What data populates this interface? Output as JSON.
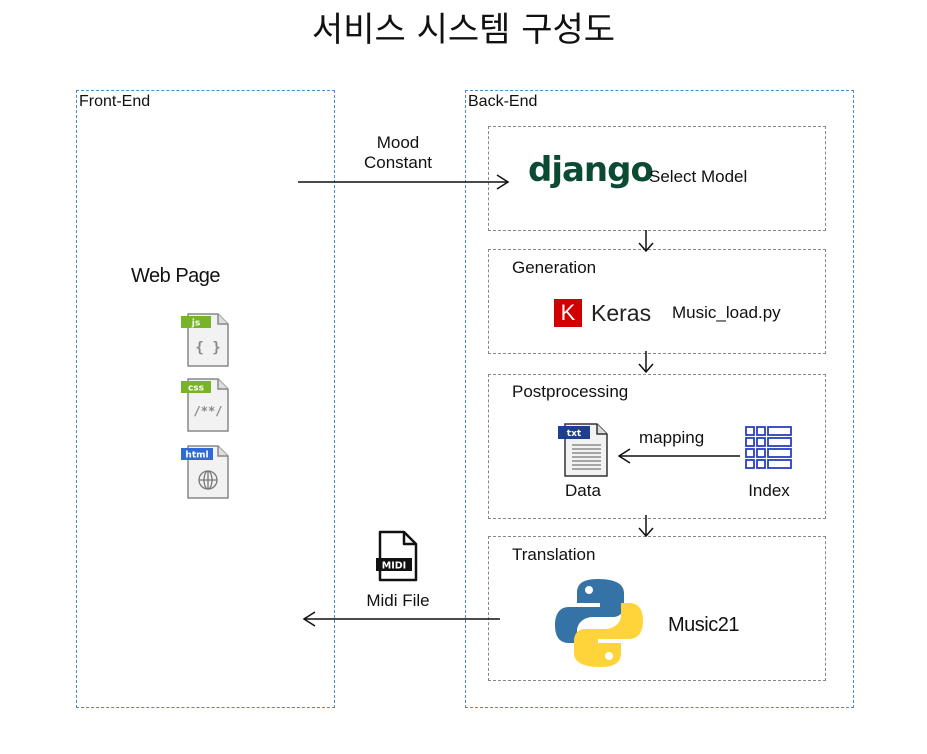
{
  "title": "서비스 시스템 구성도",
  "frontend": {
    "label": "Front-End",
    "web_page_label": "Web Page",
    "files": [
      {
        "tag": "js",
        "glyph": "{ }",
        "color": "#78b428"
      },
      {
        "tag": "css",
        "glyph": "/**/",
        "color": "#78b428"
      },
      {
        "tag": "html",
        "glyph": "globe",
        "color": "#2e6bd6"
      }
    ]
  },
  "backend": {
    "label": "Back-End",
    "django": {
      "logo": "django",
      "label": "Select Model"
    },
    "generation": {
      "label": "Generation",
      "keras_letter": "K",
      "keras_text": "Keras",
      "script": "Music_load.py"
    },
    "postprocessing": {
      "label": "Postprocessing",
      "file_tag": "txt",
      "data_label": "Data",
      "arrow_label": "mapping",
      "index_label": "Index"
    },
    "translation": {
      "label": "Translation",
      "lib_label": "Music21"
    }
  },
  "arrows": {
    "request_label": "Mood\nConstant",
    "response_icon_text": "MIDI",
    "response_label": "Midi File"
  },
  "colors": {
    "panel_border": "#4a8cc6",
    "django_green": "#0c4b33",
    "keras_red": "#d00000",
    "index_blue": "#2a3fc0",
    "python_blue": "#3572a5",
    "python_yellow": "#ffd43b"
  }
}
